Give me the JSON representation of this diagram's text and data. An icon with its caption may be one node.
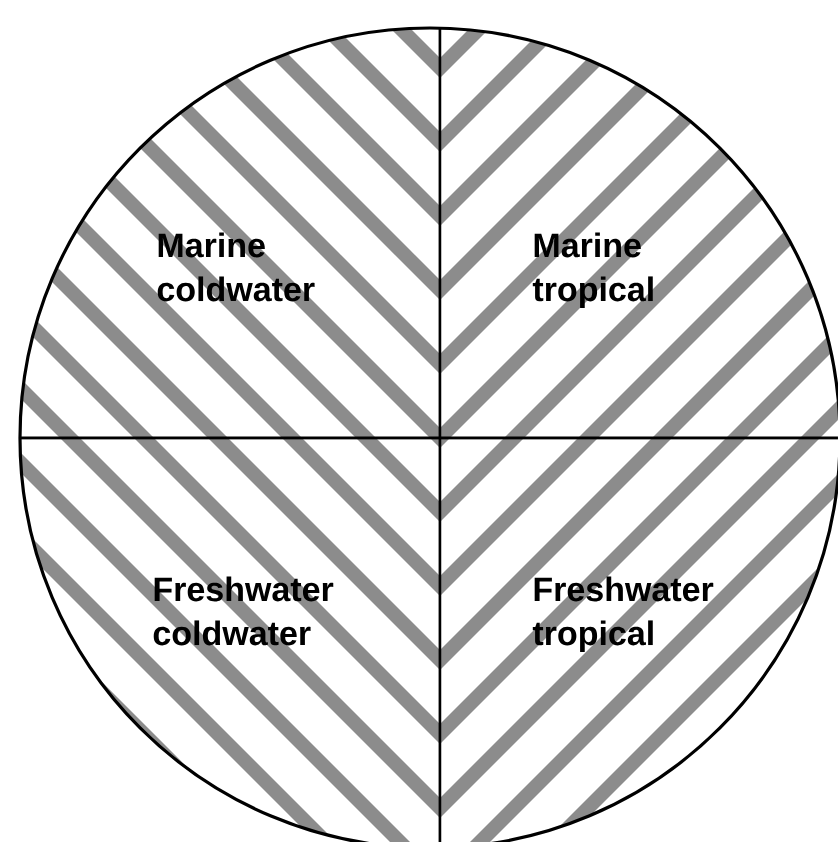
{
  "diagram": {
    "nodes": [
      {
        "text": [
          "Marine coldwater"
        ]
      },
      {
        "text": [
          "Marine tropical"
        ]
      },
      {
        "text": [
          "Freshwater coldwater"
        ]
      },
      {
        "text": [
          "Freshwater tropical"
        ]
      }
    ]
  }
}
